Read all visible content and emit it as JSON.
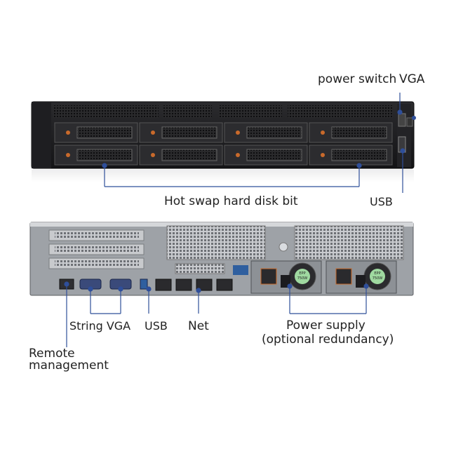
{
  "labels": {
    "power_switch": "power switch",
    "vga_front": "VGA",
    "hot_swap": "Hot swap hard disk bit",
    "usb_front": "USB",
    "string_vga": "String VGA",
    "usb_rear": "USB",
    "net": "Net",
    "power_supply_line1": "Power supply",
    "power_supply_line2": "(optional redundancy)",
    "remote_line1": "Remote",
    "remote_line2": "management"
  },
  "psu_badge": {
    "brand": "EPP",
    "watt": "750W"
  },
  "colors": {
    "callout": "#2f4f9a",
    "chassis": "#1b1b1d",
    "rear": "#b9bcc0",
    "psu_fan": "#222"
  }
}
